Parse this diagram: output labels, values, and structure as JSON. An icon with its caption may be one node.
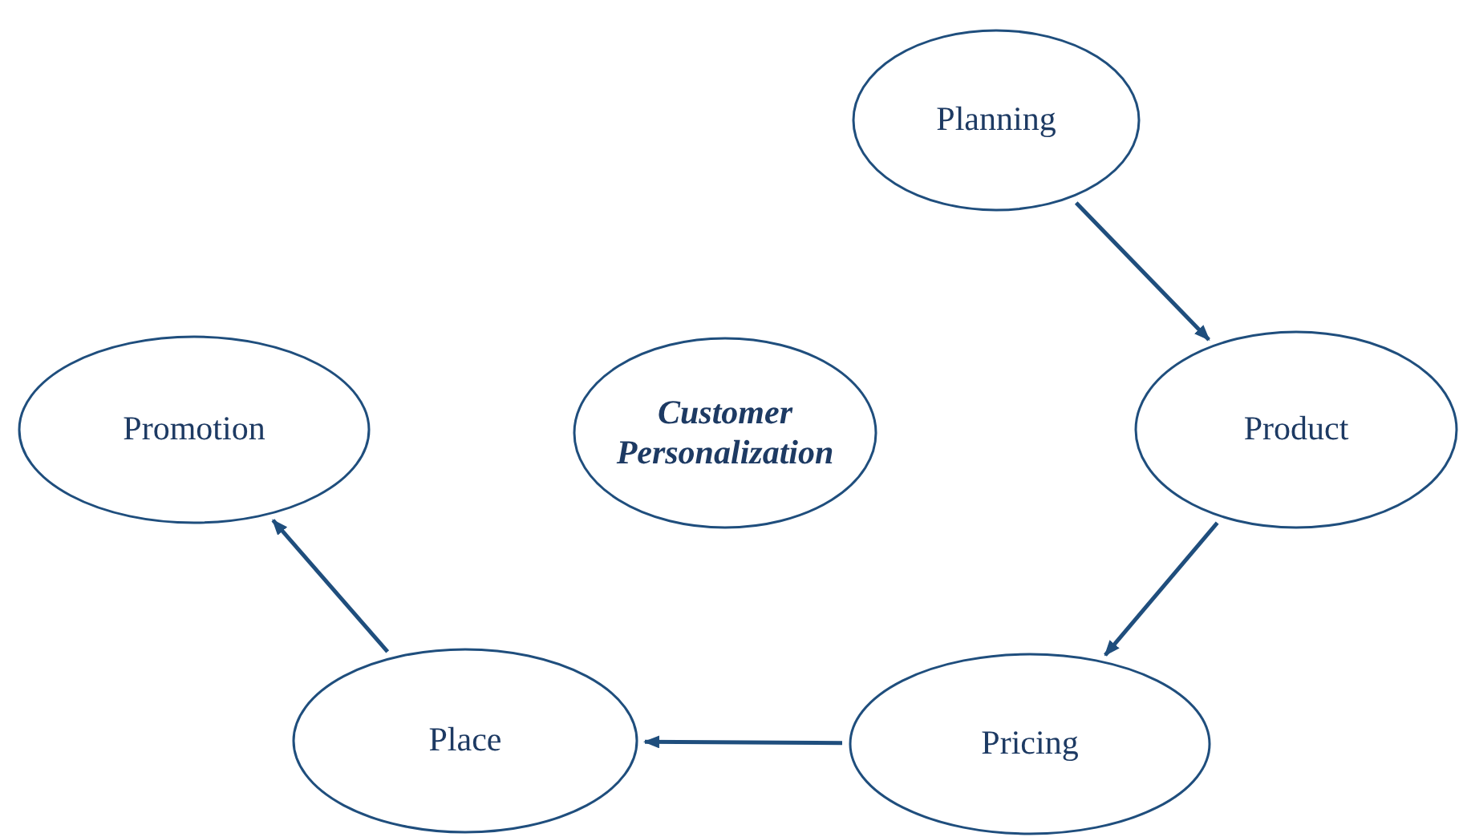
{
  "diagram": {
    "nodes": [
      {
        "text": [
          "Planning"
        ]
      },
      {
        "text": [
          "Promotion"
        ]
      },
      {
        "text": [
          "Customer Personalization"
        ]
      },
      {
        "text": [
          "Product"
        ]
      },
      {
        "text": [
          "Place"
        ]
      },
      {
        "text": [
          "Pricing"
        ]
      }
    ],
    "edges": [
      {
        "from": 0,
        "to": 3,
        "arrow": "to"
      },
      {
        "from": 3,
        "to": 5,
        "arrow": "to"
      },
      {
        "from": 5,
        "to": 4,
        "arrow": "to"
      },
      {
        "from": 4,
        "to": 1,
        "arrow": "to"
      }
    ]
  }
}
